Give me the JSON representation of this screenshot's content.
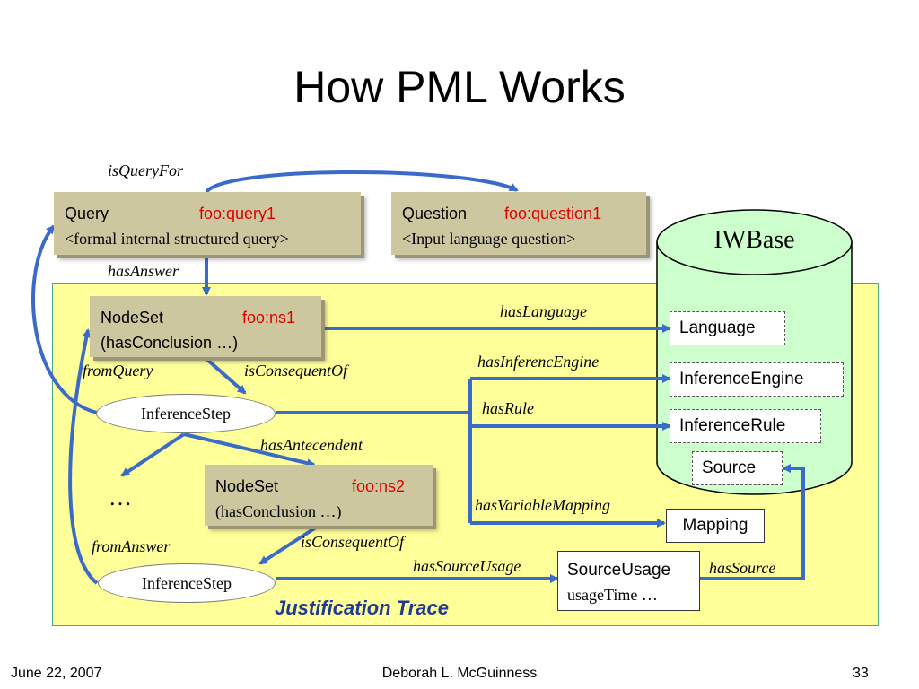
{
  "title": "How PML Works",
  "query": {
    "name": "Query",
    "id": "foo:query1",
    "desc": "<formal internal structured query>"
  },
  "question": {
    "name": "Question",
    "id": "foo:question1",
    "desc": "<Input language question>"
  },
  "nodeset1": {
    "name": "NodeSet",
    "id": "foo:ns1",
    "desc": "(hasConclusion …)"
  },
  "nodeset2": {
    "name": "NodeSet",
    "id": "foo:ns2",
    "desc": "(hasConclusion …)"
  },
  "inference_step_1": "InferenceStep",
  "inference_step_2": "InferenceStep",
  "ellipsis": "…",
  "iwbase": {
    "title": "IWBase",
    "items": [
      "Language",
      "InferenceEngine",
      "InferenceRule",
      "Source"
    ]
  },
  "mapping": "Mapping",
  "source_usage": {
    "name": "SourceUsage",
    "desc": "usageTime …"
  },
  "labels": {
    "is_query_for": "isQueryFor",
    "has_answer": "hasAnswer",
    "has_language": "hasLanguage",
    "has_inference_engine": "hasInferencEngine",
    "has_rule": "hasRule",
    "from_query": "fromQuery",
    "is_consequent_of_1": "isConsequentOf",
    "has_antecedent": "hasAntecendent",
    "has_variable_mapping": "hasVariableMapping",
    "from_answer": "fromAnswer",
    "is_consequent_of_2": "isConsequentOf",
    "has_source_usage": "hasSourceUsage",
    "has_source": "hasSource"
  },
  "trace_title": "Justification Trace",
  "footer": {
    "date": "June 22, 2007",
    "author": "Deborah L. McGuinness",
    "page": "33"
  },
  "colors": {
    "arrow": "#3a6bc9",
    "trace_bg": "#ffff99",
    "cylinder": "#ccffcc",
    "box": "#cdc7a0",
    "id_text": "#e00000",
    "trace_title": "#1f3a93"
  }
}
